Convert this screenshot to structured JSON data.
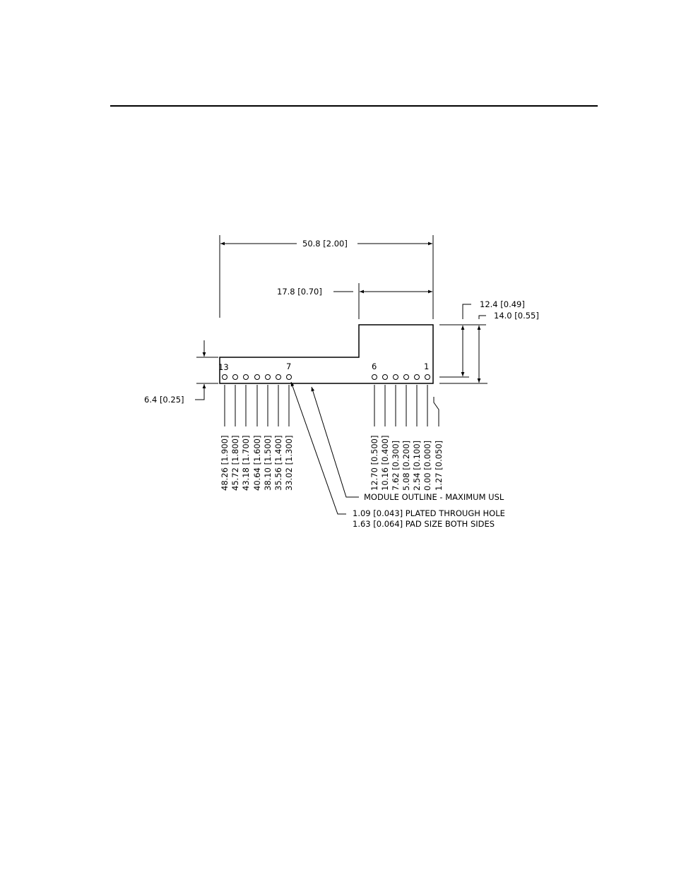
{
  "drawing": {
    "dimensions": {
      "overall_width": "50.8 [2.00]",
      "step_width": "17.8 [0.70]",
      "height_a": "12.4 [0.49]",
      "height_b": "14.0 [0.55]",
      "left_height": "6.4 [0.25]"
    },
    "pin_labels": {
      "p13": "13",
      "p7": "7",
      "p6": "6",
      "p1": "1"
    },
    "pin_positions_left": [
      "48.26 [1.900]",
      "45.72 [1.800]",
      "43.18 [1.700]",
      "40.64 [1.600]",
      "38.10 [1.500]",
      "35.56 [1.400]",
      "33.02 [1.300]"
    ],
    "pin_positions_right": [
      "12.70 [0.500]",
      "10.16 [0.400]",
      "7.62 [0.300]",
      "5.08 [0.200]",
      "2.54 [0.100]",
      "0.00 [0.000]",
      "1.27 [0.050]"
    ],
    "notes": {
      "outline": "MODULE OUTLINE - MAXIMUM USL",
      "hole_line1": "1.09 [0.043] PLATED THROUGH HOLE",
      "hole_line2": "1.63 [0.064] PAD SIZE BOTH SIDES"
    }
  }
}
